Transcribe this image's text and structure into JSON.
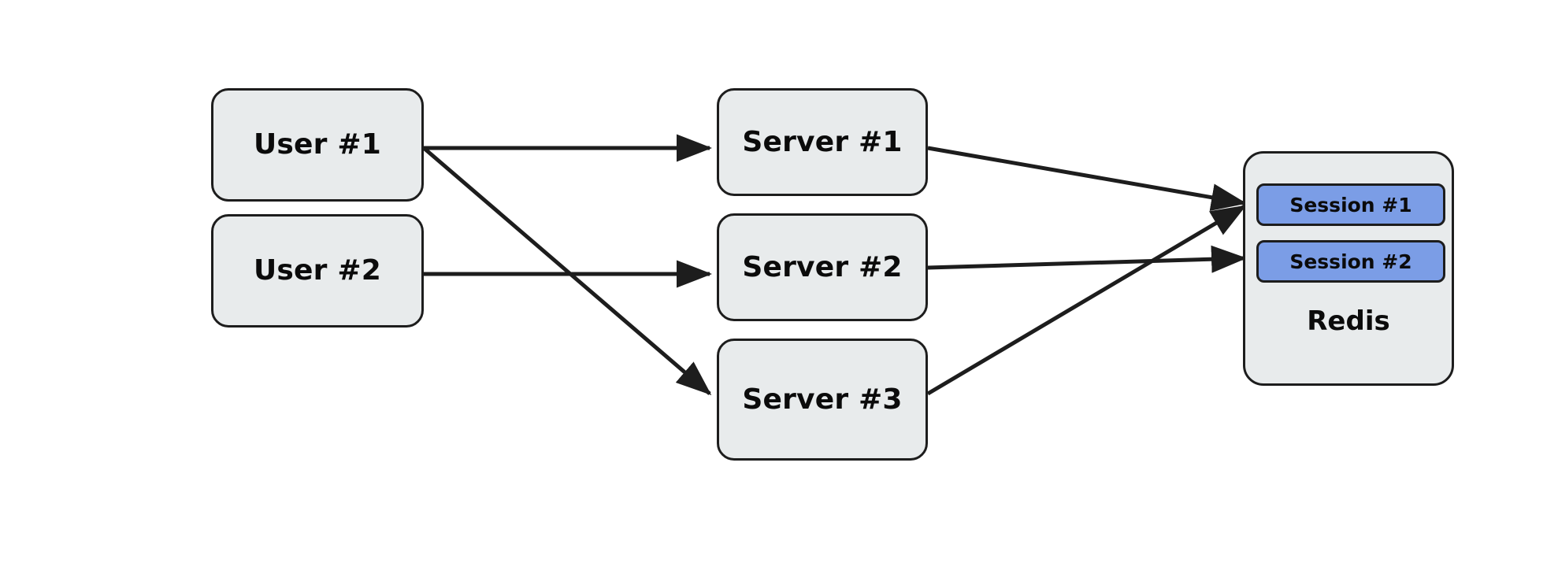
{
  "diagram": {
    "type": "flow-diagram",
    "background_color": "#ffffff",
    "title": "",
    "nodes": [
      {
        "id": "user-1",
        "label": "User #1",
        "group": "users",
        "fill": "#e8ebec",
        "stroke": "#1d1d1d"
      },
      {
        "id": "user-2",
        "label": "User #2",
        "group": "users",
        "fill": "#e8ebec",
        "stroke": "#1d1d1d"
      },
      {
        "id": "server-1",
        "label": "Server #1",
        "group": "servers",
        "fill": "#e8ebec",
        "stroke": "#1d1d1d"
      },
      {
        "id": "server-2",
        "label": "Server #2",
        "group": "servers",
        "fill": "#e8ebec",
        "stroke": "#1d1d1d"
      },
      {
        "id": "server-3",
        "label": "Server #3",
        "group": "servers",
        "fill": "#e8ebec",
        "stroke": "#1d1d1d"
      },
      {
        "id": "redis",
        "label": "Redis",
        "group": "store",
        "fill": "#e8ebec",
        "stroke": "#1d1d1d"
      },
      {
        "id": "session-1",
        "label": "Session #1",
        "group": "sessions",
        "fill": "#7b9de6",
        "stroke": "#1d1d1d"
      },
      {
        "id": "session-2",
        "label": "Session #2",
        "group": "sessions",
        "fill": "#7b9de6",
        "stroke": "#1d1d1d"
      }
    ],
    "edges": [
      {
        "from": "user-1",
        "to": "server-1",
        "style": "solid-arrow"
      },
      {
        "from": "user-1",
        "to": "server-3",
        "style": "solid-arrow"
      },
      {
        "from": "user-2",
        "to": "server-2",
        "style": "solid-arrow"
      },
      {
        "from": "server-1",
        "to": "session-1",
        "style": "solid-arrow"
      },
      {
        "from": "server-2",
        "to": "session-2",
        "style": "solid-arrow"
      },
      {
        "from": "server-3",
        "to": "session-1",
        "style": "solid-arrow"
      }
    ],
    "edge_color": "#1d1d1d",
    "edge_width": 5
  },
  "users": {
    "user_1_label": "User #1",
    "user_2_label": "User #2"
  },
  "servers": {
    "server_1_label": "Server #1",
    "server_2_label": "Server #2",
    "server_3_label": "Server #3"
  },
  "redis": {
    "title": "Redis",
    "sessions": [
      {
        "label": "Session #1"
      },
      {
        "label": "Session #2"
      }
    ]
  },
  "colors": {
    "node_fill": "#e8ebec",
    "node_stroke": "#1d1d1d",
    "session_fill": "#7b9de6",
    "text": "#0b0b0b",
    "background": "#ffffff"
  }
}
